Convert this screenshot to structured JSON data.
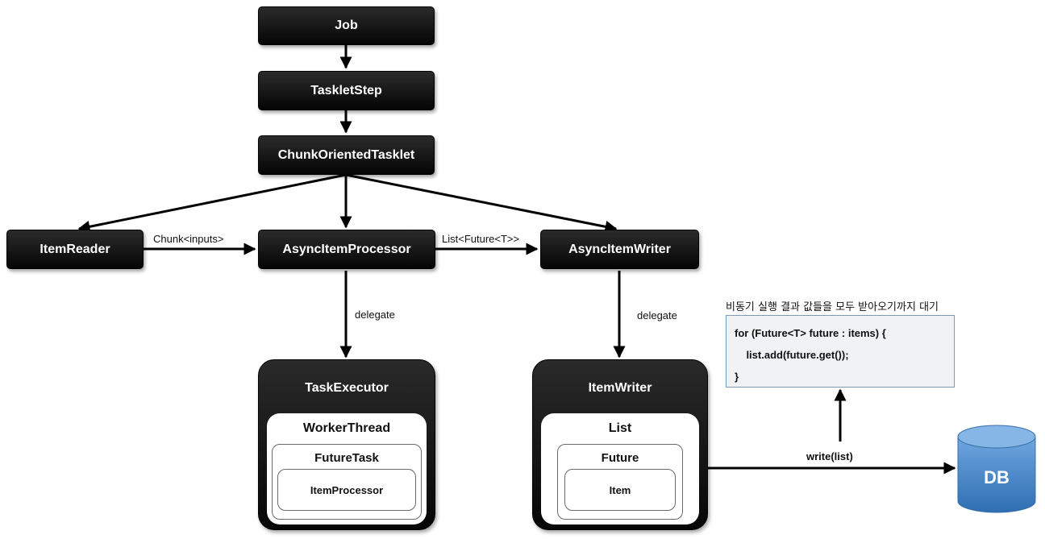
{
  "nodes": {
    "job": "Job",
    "tasklet_step": "TaskletStep",
    "chunk_oriented_tasklet": "ChunkOrientedTasklet",
    "item_reader": "ItemReader",
    "async_item_processor": "AsyncItemProcessor",
    "async_item_writer": "AsyncItemWriter"
  },
  "task_executor": {
    "title": "TaskExecutor",
    "worker_thread": "WorkerThread",
    "future_task": "FutureTask",
    "item_processor": "ItemProcessor"
  },
  "item_writer": {
    "title": "ItemWriter",
    "list": "List",
    "future": "Future",
    "item": "Item"
  },
  "edge_labels": {
    "chunk_inputs": "Chunk<inputs>",
    "list_future": "List<Future<T>>",
    "delegate_processor": "delegate",
    "delegate_writer": "delegate",
    "write_list": "write(list)"
  },
  "note": {
    "caption": "비동기 실행 결과 값들을 모두 받아오기까지 대기",
    "code": [
      "for (Future<T> future : items) {",
      "    list.add(future.get());",
      "}"
    ]
  },
  "db": {
    "label": "DB",
    "color": "#4a86c8"
  }
}
